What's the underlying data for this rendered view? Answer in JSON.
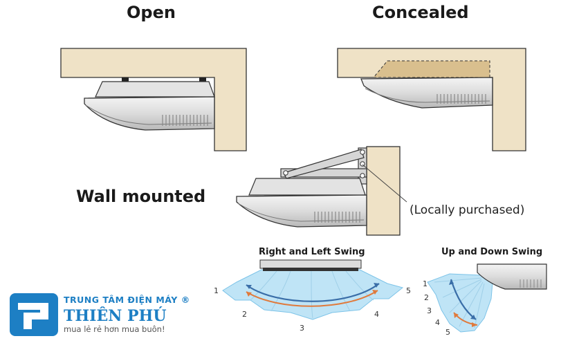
{
  "headings": {
    "open": "Open",
    "concealed": "Concealed",
    "wall_mounted": "Wall mounted",
    "locally_purchased": "(Locally purchased)"
  },
  "swing": {
    "right_left_title": "Right and Left Swing",
    "up_down_title": "Up and Down Swing",
    "rl_positions": [
      "1",
      "2",
      "3",
      "4",
      "5"
    ],
    "ud_positions": [
      "1",
      "2",
      "3",
      "4",
      "5"
    ]
  },
  "logo": {
    "line1": "TRUNG TÂM ĐIỆN MÁY ®",
    "line2": "THIÊN PHÚ",
    "line3": "mua lẻ rẻ hơn mua buôn!"
  },
  "colors": {
    "wall": "#efe2c6",
    "concealed_box": "#d9bf8e",
    "airflow": "#bfe4f6",
    "swing_arrow": "#3a6ea8",
    "swing_arc": "#e07a3c",
    "brand": "#1d7fc4"
  }
}
